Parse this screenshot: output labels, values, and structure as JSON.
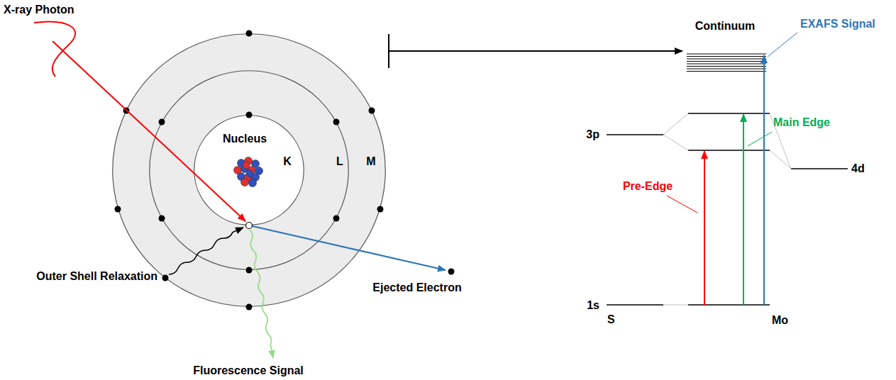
{
  "diagram": {
    "nodes": [
      {
        "text": [
          "M"
        ]
      },
      {
        "text": [
          "L"
        ],
        "in": 0
      },
      {
        "text": [
          "Nucleus",
          "K"
        ],
        "in": 1
      }
    ],
    "labels": [
      "X-ray Photon",
      "Outer Shell Relaxation",
      "Ejected Electron",
      "Fluorescence Signal",
      "Continuum",
      "EXAFS Signal",
      "3p",
      "Main Edge",
      "Pre-Edge",
      "4d",
      "1s",
      "S",
      "Mo"
    ]
  }
}
